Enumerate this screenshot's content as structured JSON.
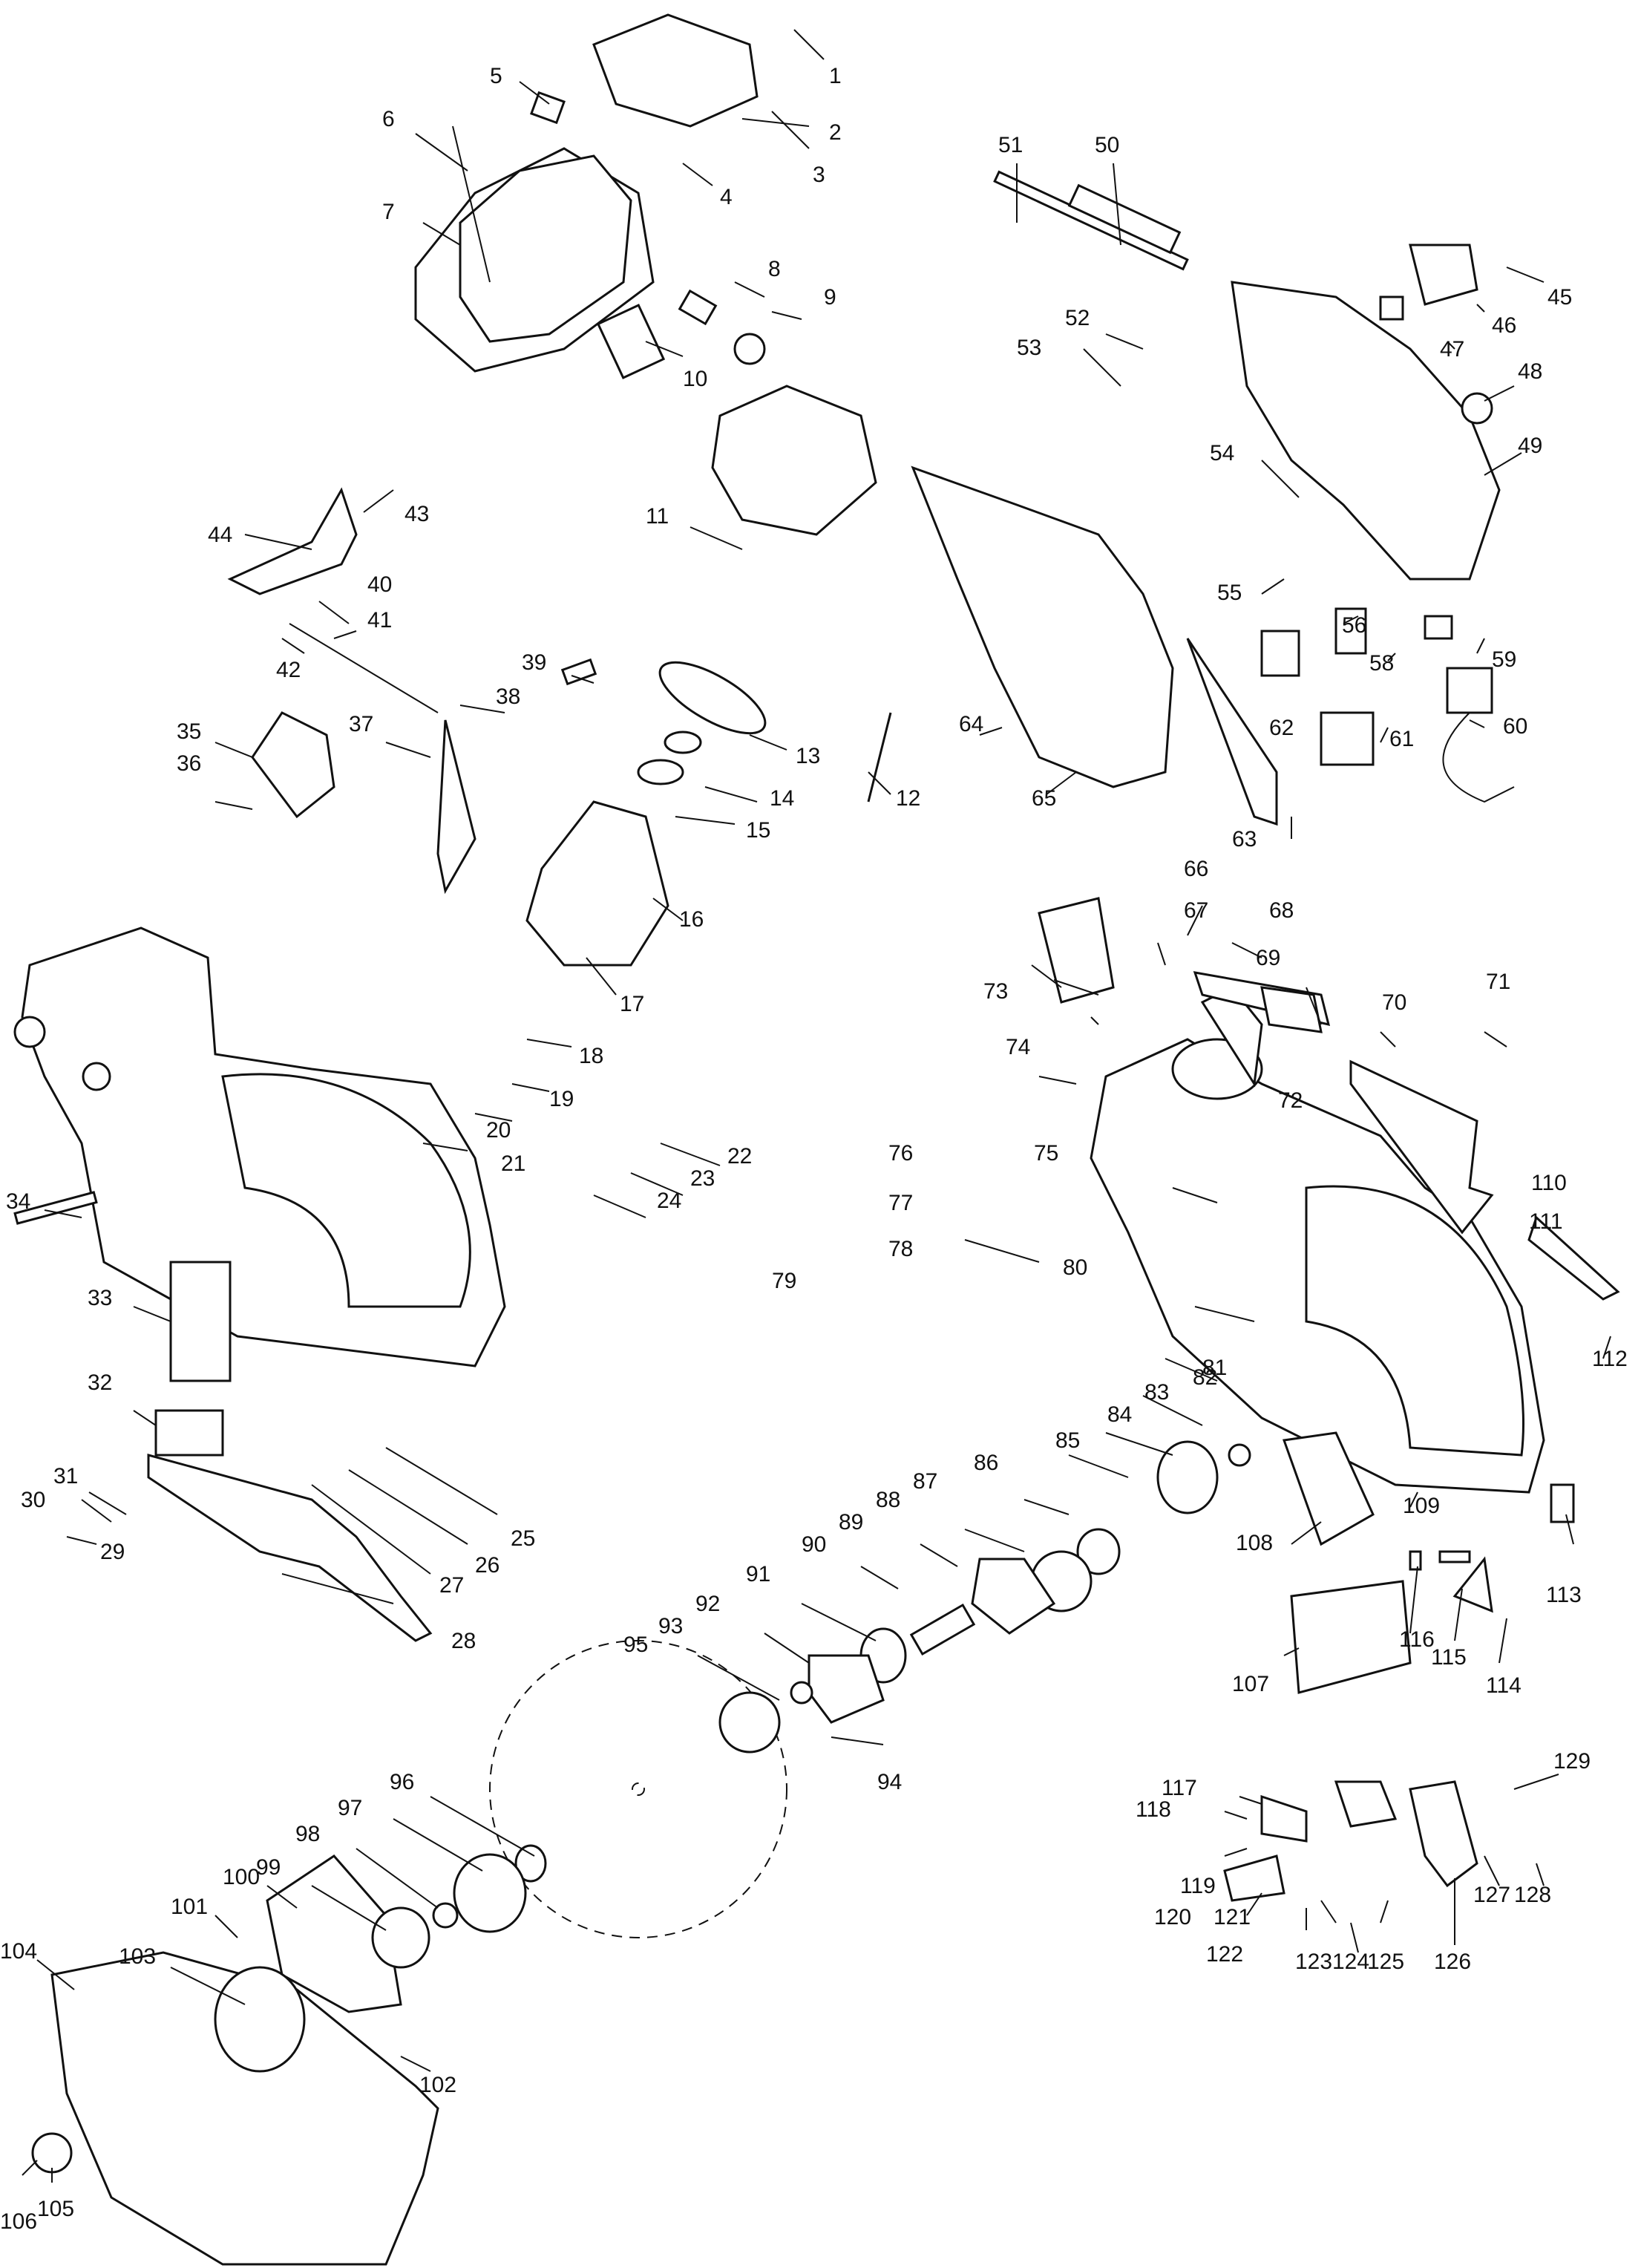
{
  "labels": {
    "1": "1",
    "2": "2",
    "3": "3",
    "4": "4",
    "5": "5",
    "6": "6",
    "7": "7",
    "8": "8",
    "9": "9",
    "10": "10",
    "11": "11",
    "12": "12",
    "13": "13",
    "14": "14",
    "15": "15",
    "16": "16",
    "17": "17",
    "18": "18",
    "19": "19",
    "20": "20",
    "21": "21",
    "22": "22",
    "23": "23",
    "24": "24",
    "25": "25",
    "26": "26",
    "27": "27",
    "28": "28",
    "29": "29",
    "30": "30",
    "31": "31",
    "32": "32",
    "33": "33",
    "34": "34",
    "35": "35",
    "36": "36",
    "37": "37",
    "38": "38",
    "39": "39",
    "40": "40",
    "41": "41",
    "42": "42",
    "43": "43",
    "44": "44",
    "45": "45",
    "46": "46",
    "47": "47",
    "48": "48",
    "49": "49",
    "50": "50",
    "51": "51",
    "52": "52",
    "53": "53",
    "54": "54",
    "55": "55",
    "56": "56",
    "58": "58",
    "59": "59",
    "60": "60",
    "61": "61",
    "62": "62",
    "63": "63",
    "64": "64",
    "65": "65",
    "66": "66",
    "67": "67",
    "68": "68",
    "69": "69",
    "70": "70",
    "71": "71",
    "72": "72",
    "73": "73",
    "74": "74",
    "75": "75",
    "76": "76",
    "77": "77",
    "78": "78",
    "79": "79",
    "80": "80",
    "81": "81",
    "82": "82",
    "83": "83",
    "84": "84",
    "85": "85",
    "86": "86",
    "87": "87",
    "88": "88",
    "89": "89",
    "90": "90",
    "91": "91",
    "92": "92",
    "93": "93",
    "94": "94",
    "95": "95",
    "96": "96",
    "97": "97",
    "98": "98",
    "99": "99",
    "100": "100",
    "101": "101",
    "102": "102",
    "103": "103",
    "104": "104",
    "105": "105",
    "106": "106",
    "107": "107",
    "108": "108",
    "109": "109",
    "110": "110",
    "111": "111",
    "112": "112",
    "113": "113",
    "114": "114",
    "115": "115",
    "116": "116",
    "117": "117",
    "118": "118",
    "119": "119",
    "120": "120",
    "121": "121",
    "122": "122",
    "123": "123",
    "124": "124",
    "125": "125",
    "126": "126",
    "127": "127",
    "128": "128",
    "129": "129"
  }
}
